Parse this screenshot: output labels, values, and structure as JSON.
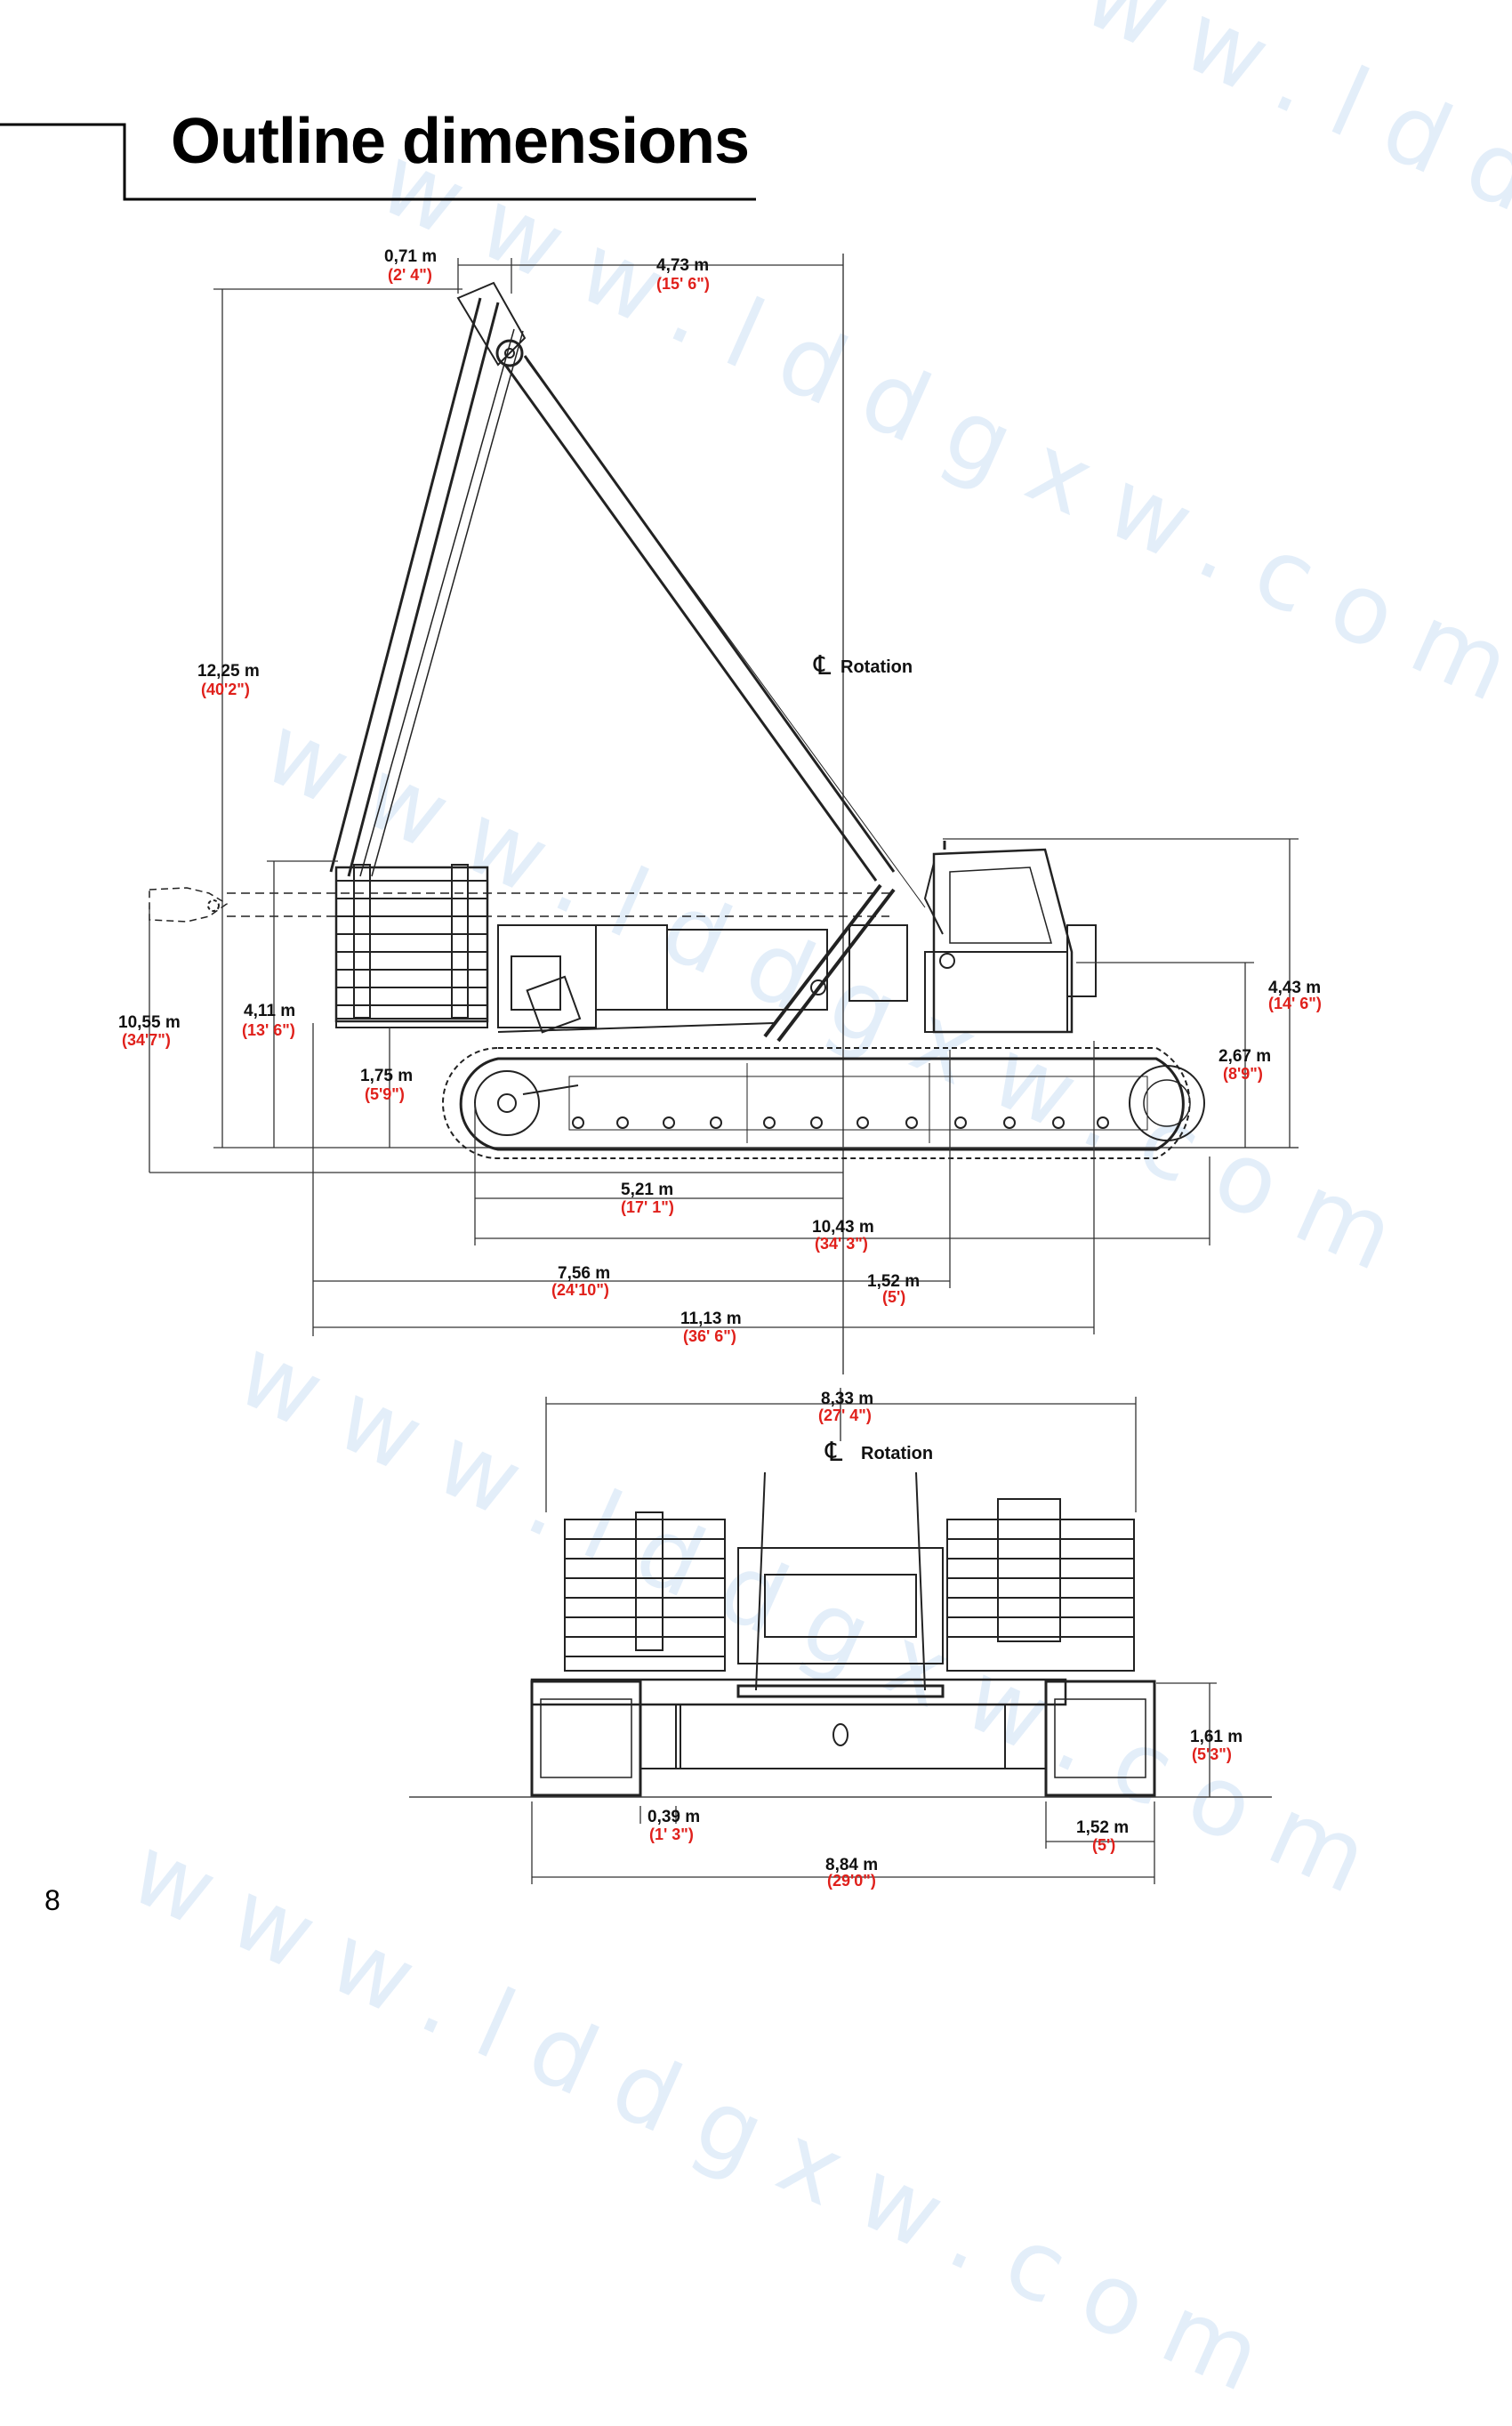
{
  "title": "Outline dimensions",
  "page_number": "8",
  "watermark": "www.lddgxw.com",
  "rotation_label": "Rotation",
  "centerline_symbol": "℄",
  "colors": {
    "imperial": "#e0201b",
    "metric": "#111111",
    "watermark": "#9ec4ec"
  },
  "side_view": {
    "dims": [
      {
        "m": "0,71 m",
        "ft": "(2' 4\")"
      },
      {
        "m": "4,73 m",
        "ft": "(15' 6\")"
      },
      {
        "m": "12,25 m",
        "ft": "(40'2\")"
      },
      {
        "m": "10,55 m",
        "ft": "(34'7\")"
      },
      {
        "m": "4,11 m",
        "ft": "(13' 6\")"
      },
      {
        "m": "1,75 m",
        "ft": "(5'9\")"
      },
      {
        "m": "4,43 m",
        "ft": "(14' 6\")"
      },
      {
        "m": "2,67 m",
        "ft": "(8'9\")"
      },
      {
        "m": "5,21 m",
        "ft": "(17' 1\")"
      },
      {
        "m": "10,43 m",
        "ft": "(34' 3\")"
      },
      {
        "m": "7,56 m",
        "ft": "(24'10\")"
      },
      {
        "m": "1,52 m",
        "ft": "(5')"
      },
      {
        "m": "11,13 m",
        "ft": "(36' 6\")"
      }
    ]
  },
  "front_view": {
    "dims": [
      {
        "m": "8,33 m",
        "ft": "(27' 4\")"
      },
      {
        "m": "1,61 m",
        "ft": "(5'3\")"
      },
      {
        "m": "0,39 m",
        "ft": "(1' 3\")"
      },
      {
        "m": "1,52 m",
        "ft": "(5')"
      },
      {
        "m": "8,84 m",
        "ft": "(29'0\")"
      }
    ]
  }
}
